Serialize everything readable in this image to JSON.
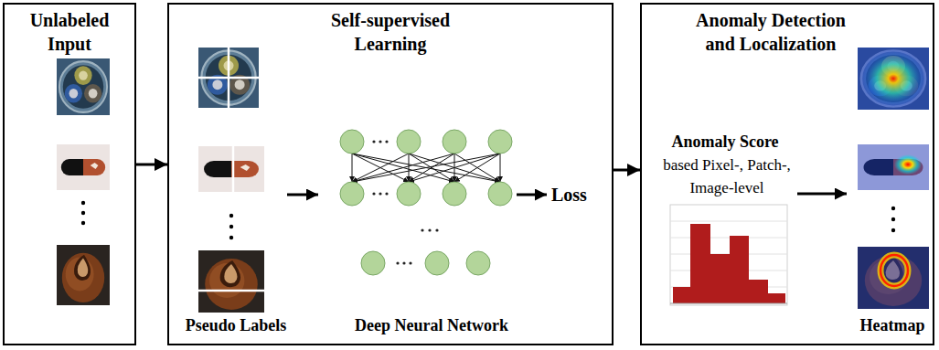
{
  "diagram": {
    "nodes": [
      {
        "text": [
          "Unlabeled Input"
        ]
      },
      {
        "text": [
          "Self-supervised Learning"
        ]
      },
      {
        "text": [
          "Anomaly Detection and Localization"
        ]
      }
    ],
    "edges": [
      {
        "from": 0,
        "to": 1,
        "arrow": "to"
      },
      {
        "from": 1,
        "to": 2,
        "arrow": "to"
      }
    ],
    "labels": [
      "Pseudo Labels",
      "Deep Neural Network",
      "Loss",
      "Anomaly Score",
      "based Pixel-, Patch-, Image-level",
      "Heatmap"
    ]
  }
}
